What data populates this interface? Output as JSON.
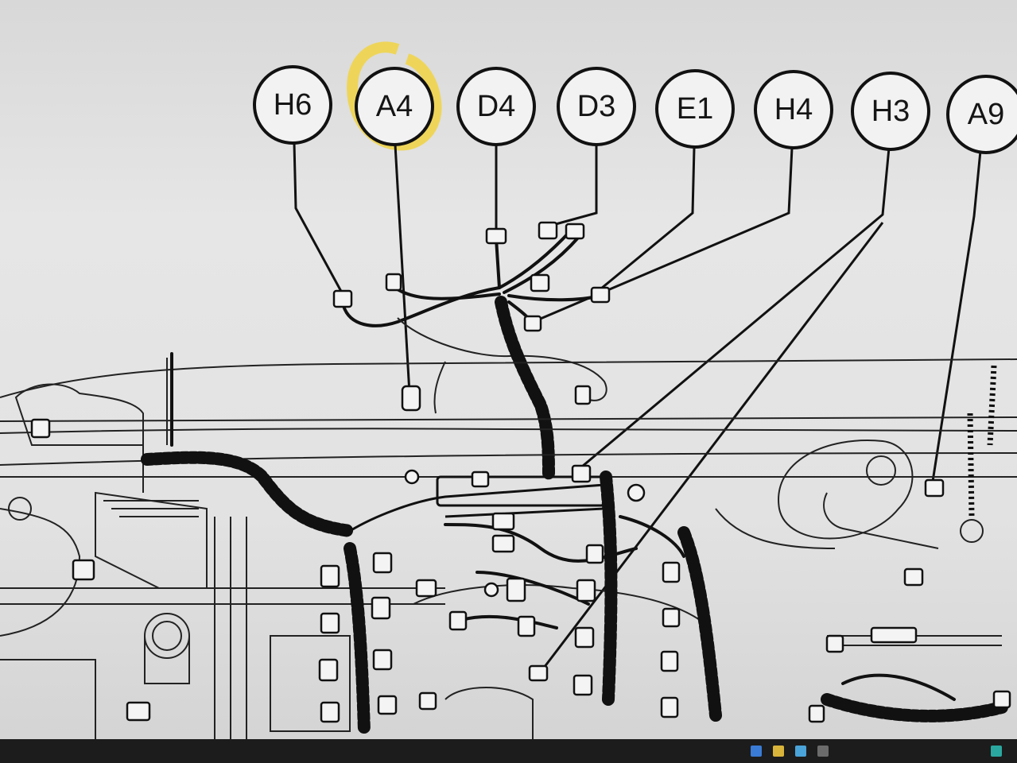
{
  "diagram": {
    "callouts": [
      "H6",
      "A4",
      "D4",
      "D3",
      "E1",
      "H4",
      "H3",
      "A9"
    ],
    "highlighted": "A4",
    "highlight_color": "#f0d44a",
    "line_color": "#111111",
    "paper_color": "#e4e4e4"
  }
}
